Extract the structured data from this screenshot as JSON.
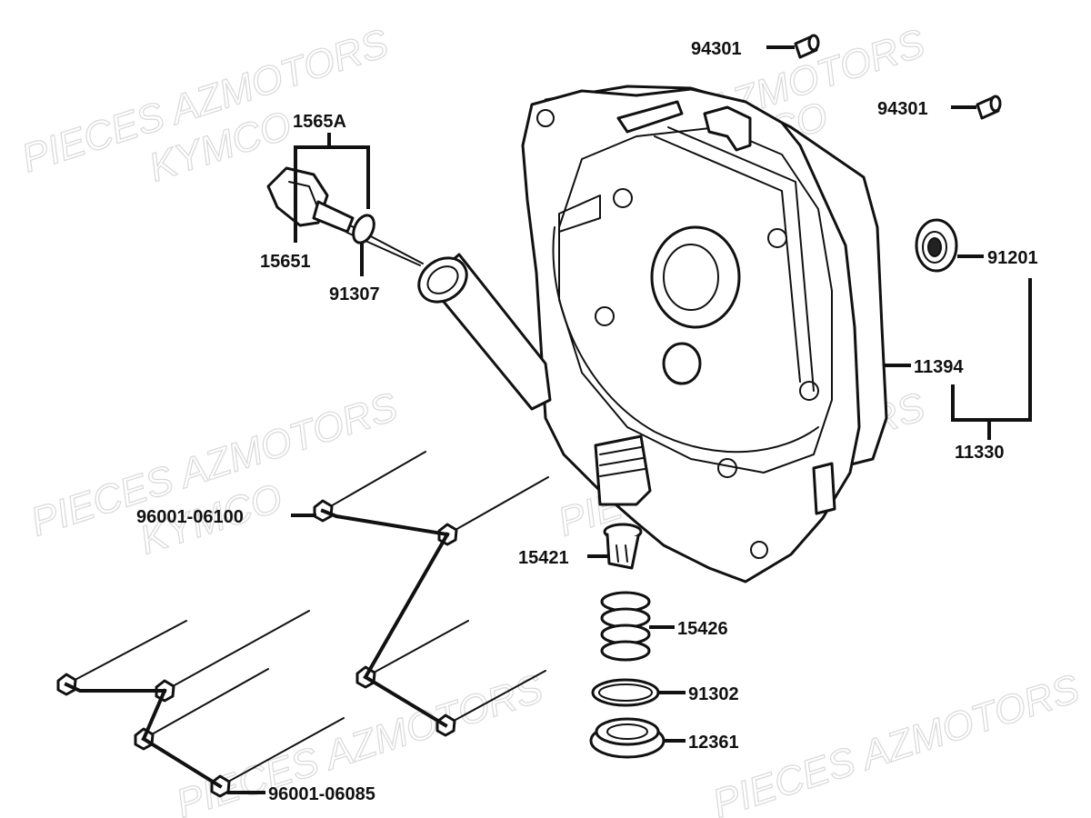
{
  "watermark": {
    "line1": "PIECES AZMOTORS",
    "line2": "KYMCO"
  },
  "callouts": {
    "p94301_a": "94301",
    "p94301_b": "94301",
    "p1565A": "1565A",
    "p15651": "15651",
    "p91307": "91307",
    "p91201": "91201",
    "p11394": "11394",
    "p11330": "11330",
    "p96001_06100": "96001-06100",
    "p15421": "15421",
    "p15426": "15426",
    "p91302": "91302",
    "p12361": "12361",
    "p96001_06085": "96001-06085"
  },
  "colors": {
    "line": "#111111",
    "watermark": "#d9d9d9",
    "background": "#ffffff"
  }
}
